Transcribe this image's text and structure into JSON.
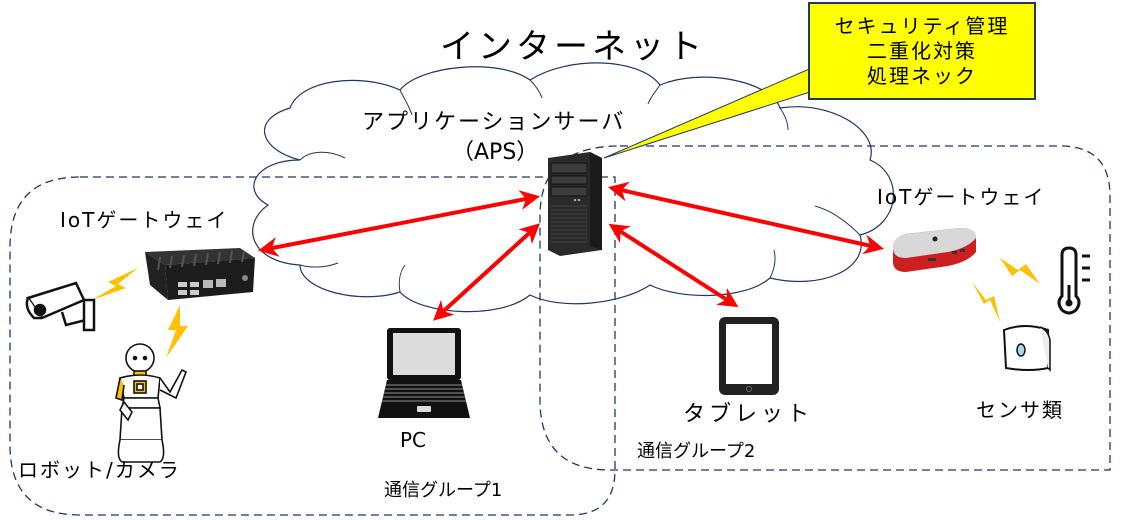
{
  "title": "インターネット",
  "callout": {
    "lines": [
      "セキュリティ管理",
      "二重化対策",
      "処理ネック"
    ],
    "fill_color": "#ffff00"
  },
  "server": {
    "label_line1": "アプリケーションサーバ",
    "label_line2": "（APS）",
    "icon": "server-tower-icon"
  },
  "left_gateway": {
    "label": "IoTゲートウェイ",
    "icon": "mini-pc-gateway-icon"
  },
  "right_gateway": {
    "label": "IoTゲートウェイ",
    "icon": "red-box-gateway-icon"
  },
  "devices": {
    "robot_camera": {
      "label": "ロボット/カメラ",
      "icons": [
        "security-camera-icon",
        "robot-icon"
      ]
    },
    "pc": {
      "label": "PC",
      "icon": "laptop-icon"
    },
    "tablet": {
      "label": "タブレット",
      "icon": "tablet-icon"
    },
    "sensors": {
      "label": "センサ類",
      "icons": [
        "thermometer-icon",
        "door-sensor-icon"
      ]
    }
  },
  "groups": [
    {
      "label": "通信グループ1"
    },
    {
      "label": "通信グループ2"
    }
  ],
  "colors": {
    "arrow": "#ff0000",
    "group_border": "#1f3864",
    "cloud_stroke": "#1f3864",
    "lightning": "#ffc000"
  }
}
